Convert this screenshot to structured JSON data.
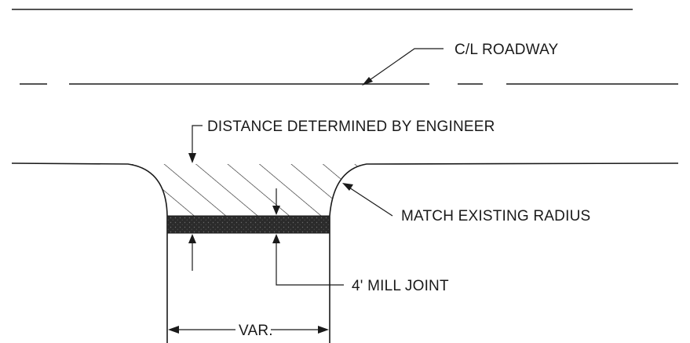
{
  "labels": {
    "centerline": "C/L ROADWAY",
    "distance": "DISTANCE DETERMINED BY ENGINEER",
    "radius": "MATCH EXISTING RADIUS",
    "mill_joint": "4' MILL JOINT",
    "width": "VAR."
  },
  "colors": {
    "line": "#1a1a1a",
    "mill_band": "#2b2b2b",
    "background": "#ffffff"
  }
}
